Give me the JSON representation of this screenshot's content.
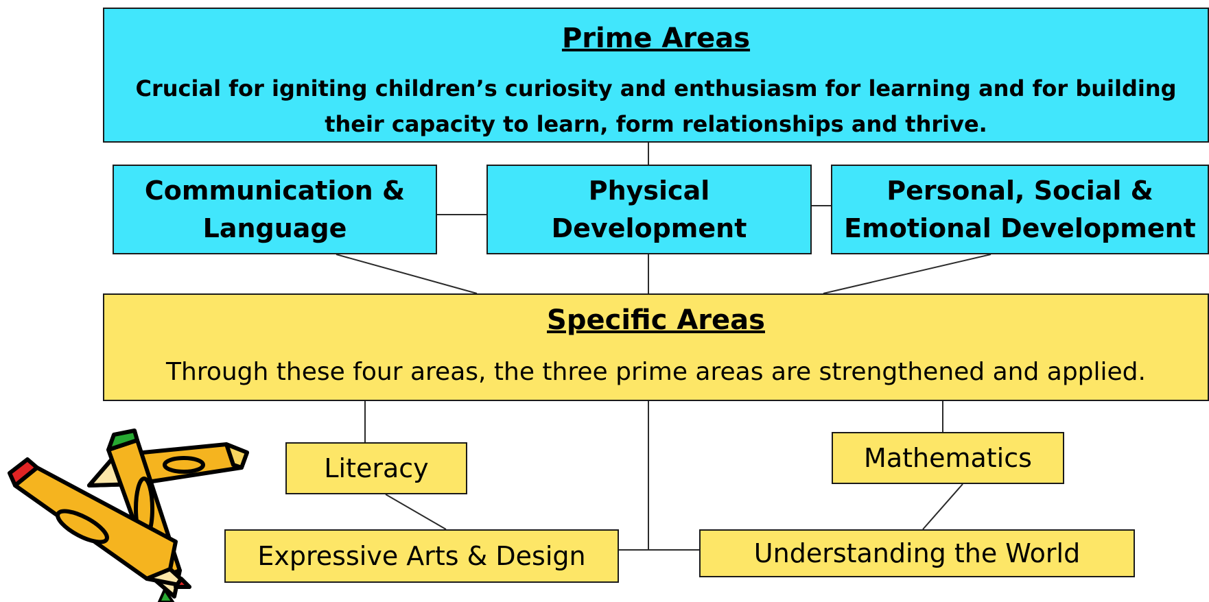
{
  "prime": {
    "title": "Prime Areas",
    "description": "Crucial for igniting children’s curiosity and enthusiasm for learning and for building their capacity to learn, form relationships and thrive.",
    "areas": [
      "Communication & Language",
      "Physical Development",
      "Personal, Social & Emotional Development"
    ]
  },
  "specific": {
    "title": "Specific Areas",
    "description": "Through these four areas, the three prime areas are strengthened and applied.",
    "areas": [
      "Literacy",
      "Mathematics",
      "Expressive Arts & Design",
      "Understanding the World"
    ]
  },
  "colors": {
    "prime": "#41e6fc",
    "specific": "#fde667",
    "border": "#1a1a1a"
  },
  "illustration": "pencils-clipart"
}
